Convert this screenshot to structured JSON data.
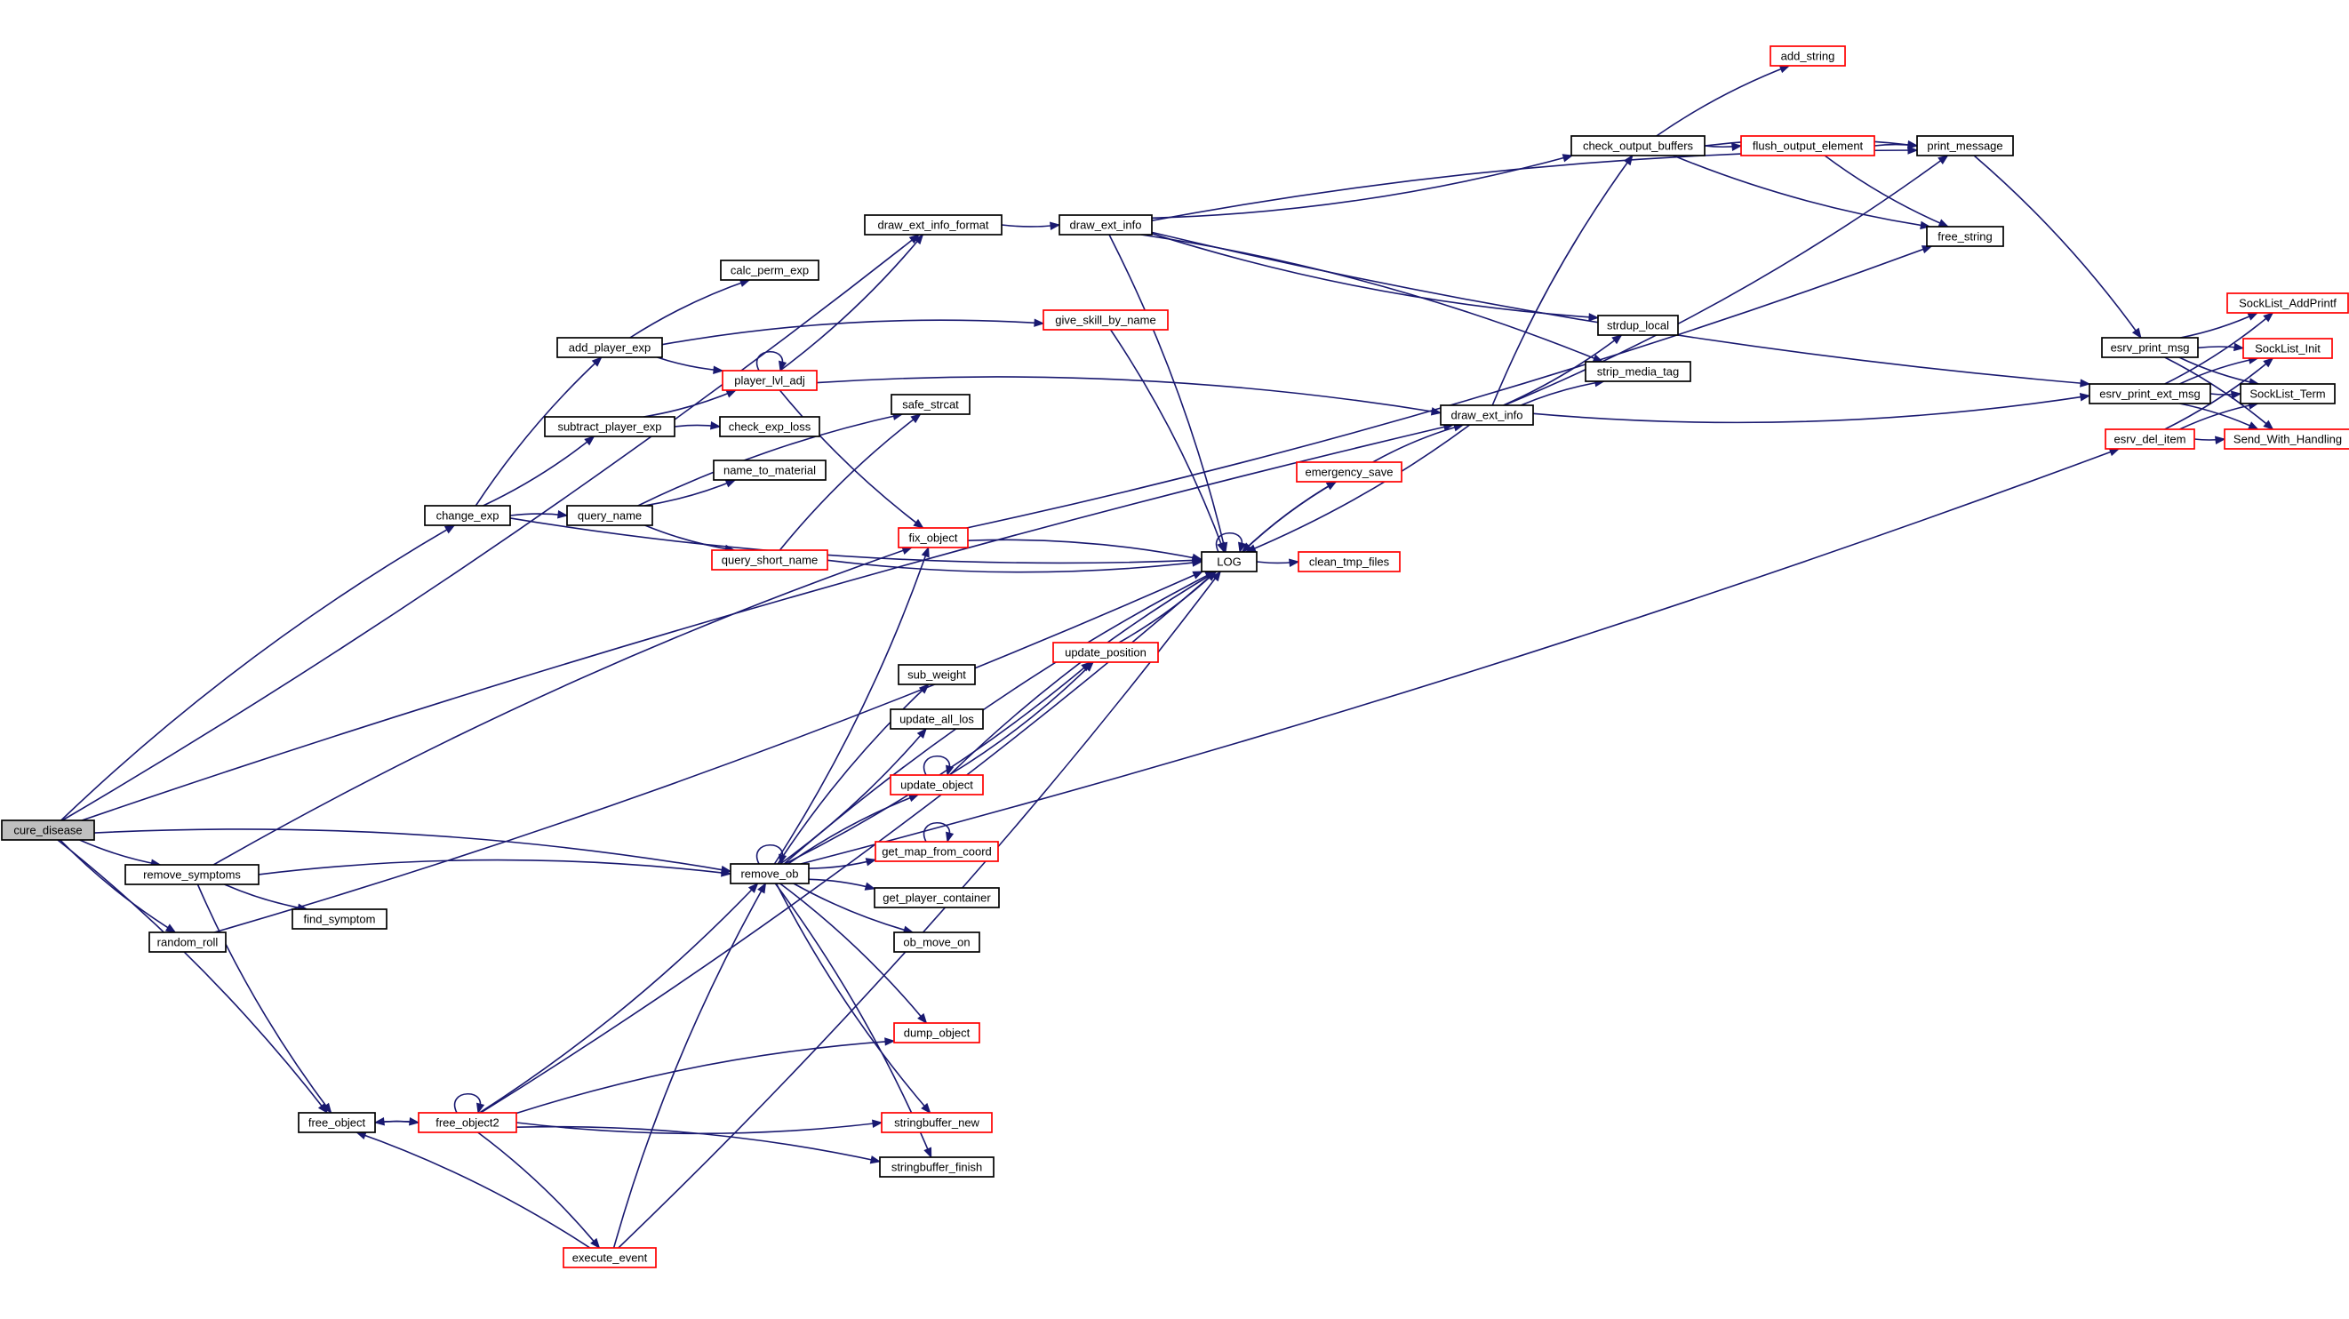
{
  "colors": {
    "edge": "#191970",
    "node_border": "#000000",
    "node_border_external": "#ff0000",
    "root_fill": "#bfbfbf",
    "background": "#ffffff"
  },
  "root": "cure_disease",
  "nodes": [
    {
      "id": "cure_disease",
      "label": "cure_disease",
      "style": "root"
    },
    {
      "id": "remove_symptoms",
      "label": "remove_symptoms",
      "style": "normal"
    },
    {
      "id": "random_roll",
      "label": "random_roll",
      "style": "normal"
    },
    {
      "id": "free_object",
      "label": "free_object",
      "style": "normal"
    },
    {
      "id": "free_object2",
      "label": "free_object2",
      "style": "red"
    },
    {
      "id": "execute_event",
      "label": "execute_event",
      "style": "red"
    },
    {
      "id": "find_symptom",
      "label": "find_symptom",
      "style": "normal"
    },
    {
      "id": "change_exp",
      "label": "change_exp",
      "style": "normal"
    },
    {
      "id": "add_player_exp",
      "label": "add_player_exp",
      "style": "normal"
    },
    {
      "id": "subtract_player_exp",
      "label": "subtract_player_exp",
      "style": "normal"
    },
    {
      "id": "query_name",
      "label": "query_name",
      "style": "normal"
    },
    {
      "id": "calc_perm_exp",
      "label": "calc_perm_exp",
      "style": "normal"
    },
    {
      "id": "player_lvl_adj",
      "label": "player_lvl_adj",
      "style": "red"
    },
    {
      "id": "check_exp_loss",
      "label": "check_exp_loss",
      "style": "normal"
    },
    {
      "id": "name_to_material",
      "label": "name_to_material",
      "style": "normal"
    },
    {
      "id": "query_short_name",
      "label": "query_short_name",
      "style": "red"
    },
    {
      "id": "safe_strcat",
      "label": "safe_strcat",
      "style": "normal"
    },
    {
      "id": "fix_object",
      "label": "fix_object",
      "style": "red"
    },
    {
      "id": "remove_ob",
      "label": "remove_ob",
      "style": "normal"
    },
    {
      "id": "sub_weight",
      "label": "sub_weight",
      "style": "normal"
    },
    {
      "id": "update_all_los",
      "label": "update_all_los",
      "style": "normal"
    },
    {
      "id": "update_object",
      "label": "update_object",
      "style": "red"
    },
    {
      "id": "get_map_from_coord",
      "label": "get_map_from_coord",
      "style": "red"
    },
    {
      "id": "get_player_container",
      "label": "get_player_container",
      "style": "normal"
    },
    {
      "id": "ob_move_on",
      "label": "ob_move_on",
      "style": "normal"
    },
    {
      "id": "dump_object",
      "label": "dump_object",
      "style": "red"
    },
    {
      "id": "stringbuffer_new",
      "label": "stringbuffer_new",
      "style": "red"
    },
    {
      "id": "stringbuffer_finish",
      "label": "stringbuffer_finish",
      "style": "normal"
    },
    {
      "id": "update_position",
      "label": "update_position",
      "style": "red"
    },
    {
      "id": "draw_ext_info_format",
      "label": "draw_ext_info_format",
      "style": "normal"
    },
    {
      "id": "draw_ext_info_1",
      "label": "draw_ext_info",
      "style": "normal"
    },
    {
      "id": "give_skill_by_name",
      "label": "give_skill_by_name",
      "style": "red"
    },
    {
      "id": "LOG",
      "label": "LOG",
      "style": "normal"
    },
    {
      "id": "emergency_save",
      "label": "emergency_save",
      "style": "red"
    },
    {
      "id": "clean_tmp_files",
      "label": "clean_tmp_files",
      "style": "red"
    },
    {
      "id": "draw_ext_info_2",
      "label": "draw_ext_info",
      "style": "normal"
    },
    {
      "id": "check_output_buffers",
      "label": "check_output_buffers",
      "style": "normal"
    },
    {
      "id": "add_string",
      "label": "add_string",
      "style": "red"
    },
    {
      "id": "flush_output_element",
      "label": "flush_output_element",
      "style": "red"
    },
    {
      "id": "print_message",
      "label": "print_message",
      "style": "normal"
    },
    {
      "id": "free_string",
      "label": "free_string",
      "style": "normal"
    },
    {
      "id": "strdup_local",
      "label": "strdup_local",
      "style": "normal"
    },
    {
      "id": "strip_media_tag",
      "label": "strip_media_tag",
      "style": "normal"
    },
    {
      "id": "esrv_print_msg",
      "label": "esrv_print_msg",
      "style": "normal"
    },
    {
      "id": "esrv_print_ext_msg",
      "label": "esrv_print_ext_msg",
      "style": "normal"
    },
    {
      "id": "esrv_del_item",
      "label": "esrv_del_item",
      "style": "red"
    },
    {
      "id": "SockList_AddPrintf",
      "label": "SockList_AddPrintf",
      "style": "red"
    },
    {
      "id": "SockList_Init",
      "label": "SockList_Init",
      "style": "red"
    },
    {
      "id": "SockList_Term",
      "label": "SockList_Term",
      "style": "normal"
    },
    {
      "id": "Send_With_Handling",
      "label": "Send_With_Handling",
      "style": "red"
    }
  ],
  "edges": [
    [
      "cure_disease",
      "change_exp"
    ],
    [
      "cure_disease",
      "draw_ext_info_format"
    ],
    [
      "cure_disease",
      "draw_ext_info_2"
    ],
    [
      "cure_disease",
      "remove_symptoms"
    ],
    [
      "cure_disease",
      "remove_ob"
    ],
    [
      "cure_disease",
      "random_roll"
    ],
    [
      "cure_disease",
      "free_object"
    ],
    [
      "remove_symptoms",
      "find_symptom"
    ],
    [
      "remove_symptoms",
      "remove_ob"
    ],
    [
      "remove_symptoms",
      "free_object"
    ],
    [
      "remove_symptoms",
      "fix_object"
    ],
    [
      "random_roll",
      "LOG"
    ],
    [
      "free_object",
      "free_object2"
    ],
    [
      "free_object2",
      "free_object"
    ],
    [
      "free_object2",
      "free_object2"
    ],
    [
      "free_object2",
      "remove_ob"
    ],
    [
      "free_object2",
      "dump_object"
    ],
    [
      "free_object2",
      "stringbuffer_new"
    ],
    [
      "free_object2",
      "stringbuffer_finish"
    ],
    [
      "free_object2",
      "LOG"
    ],
    [
      "free_object2",
      "execute_event"
    ],
    [
      "execute_event",
      "free_object"
    ],
    [
      "execute_event",
      "remove_ob"
    ],
    [
      "execute_event",
      "LOG"
    ],
    [
      "change_exp",
      "add_player_exp"
    ],
    [
      "change_exp",
      "subtract_player_exp"
    ],
    [
      "change_exp",
      "query_name"
    ],
    [
      "change_exp",
      "LOG"
    ],
    [
      "add_player_exp",
      "calc_perm_exp"
    ],
    [
      "add_player_exp",
      "player_lvl_adj"
    ],
    [
      "add_player_exp",
      "give_skill_by_name"
    ],
    [
      "subtract_player_exp",
      "player_lvl_adj"
    ],
    [
      "subtract_player_exp",
      "check_exp_loss"
    ],
    [
      "query_name",
      "name_to_material"
    ],
    [
      "query_name",
      "safe_strcat"
    ],
    [
      "query_name",
      "query_short_name"
    ],
    [
      "query_short_name",
      "safe_strcat"
    ],
    [
      "query_short_name",
      "LOG"
    ],
    [
      "player_lvl_adj",
      "player_lvl_adj"
    ],
    [
      "player_lvl_adj",
      "draw_ext_info_format"
    ],
    [
      "player_lvl_adj",
      "draw_ext_info_2"
    ],
    [
      "player_lvl_adj",
      "fix_object"
    ],
    [
      "fix_object",
      "LOG"
    ],
    [
      "fix_object",
      "free_string"
    ],
    [
      "remove_ob",
      "remove_ob"
    ],
    [
      "remove_ob",
      "fix_object"
    ],
    [
      "remove_ob",
      "LOG"
    ],
    [
      "remove_ob",
      "update_position"
    ],
    [
      "remove_ob",
      "sub_weight"
    ],
    [
      "remove_ob",
      "update_all_los"
    ],
    [
      "remove_ob",
      "update_object"
    ],
    [
      "remove_ob",
      "get_map_from_coord"
    ],
    [
      "remove_ob",
      "get_player_container"
    ],
    [
      "remove_ob",
      "ob_move_on"
    ],
    [
      "remove_ob",
      "dump_object"
    ],
    [
      "remove_ob",
      "stringbuffer_new"
    ],
    [
      "remove_ob",
      "stringbuffer_finish"
    ],
    [
      "remove_ob",
      "esrv_del_item"
    ],
    [
      "update_object",
      "update_object"
    ],
    [
      "update_object",
      "update_position"
    ],
    [
      "update_object",
      "LOG"
    ],
    [
      "update_position",
      "LOG"
    ],
    [
      "get_map_from_coord",
      "get_map_from_coord"
    ],
    [
      "draw_ext_info_format",
      "draw_ext_info_1"
    ],
    [
      "draw_ext_info_1",
      "print_message"
    ],
    [
      "draw_ext_info_1",
      "check_output_buffers"
    ],
    [
      "draw_ext_info_1",
      "LOG"
    ],
    [
      "draw_ext_info_1",
      "strdup_local"
    ],
    [
      "draw_ext_info_1",
      "strip_media_tag"
    ],
    [
      "draw_ext_info_1",
      "esrv_print_ext_msg"
    ],
    [
      "give_skill_by_name",
      "LOG"
    ],
    [
      "LOG",
      "LOG"
    ],
    [
      "LOG",
      "emergency_save"
    ],
    [
      "LOG",
      "clean_tmp_files"
    ],
    [
      "emergency_save",
      "draw_ext_info_2"
    ],
    [
      "emergency_save",
      "LOG"
    ],
    [
      "draw_ext_info_2",
      "check_output_buffers"
    ],
    [
      "draw_ext_info_2",
      "print_message"
    ],
    [
      "draw_ext_info_2",
      "LOG"
    ],
    [
      "draw_ext_info_2",
      "strdup_local"
    ],
    [
      "draw_ext_info_2",
      "strip_media_tag"
    ],
    [
      "draw_ext_info_2",
      "esrv_print_ext_msg"
    ],
    [
      "check_output_buffers",
      "add_string"
    ],
    [
      "check_output_buffers",
      "flush_output_element"
    ],
    [
      "check_output_buffers",
      "print_message"
    ],
    [
      "check_output_buffers",
      "free_string"
    ],
    [
      "flush_output_element",
      "print_message"
    ],
    [
      "flush_output_element",
      "free_string"
    ],
    [
      "print_message",
      "esrv_print_msg"
    ],
    [
      "esrv_print_msg",
      "SockList_AddPrintf"
    ],
    [
      "esrv_print_msg",
      "SockList_Init"
    ],
    [
      "esrv_print_msg",
      "SockList_Term"
    ],
    [
      "esrv_print_msg",
      "Send_With_Handling"
    ],
    [
      "esrv_print_ext_msg",
      "SockList_AddPrintf"
    ],
    [
      "esrv_print_ext_msg",
      "SockList_Init"
    ],
    [
      "esrv_print_ext_msg",
      "SockList_Term"
    ],
    [
      "esrv_print_ext_msg",
      "Send_With_Handling"
    ],
    [
      "esrv_del_item",
      "SockList_Init"
    ],
    [
      "esrv_del_item",
      "SockList_Term"
    ],
    [
      "esrv_del_item",
      "Send_With_Handling"
    ]
  ]
}
